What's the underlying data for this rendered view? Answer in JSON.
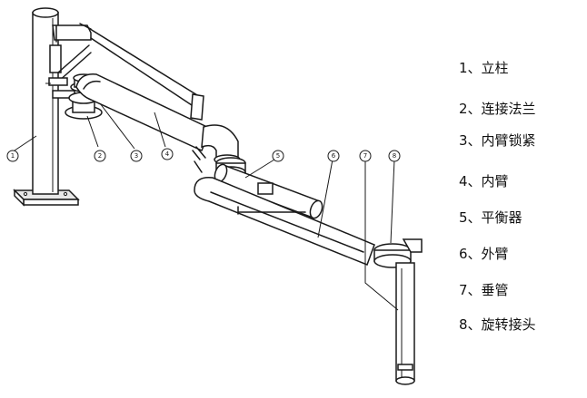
{
  "callouts": [
    {
      "number": "1"
    },
    {
      "number": "2"
    },
    {
      "number": "3"
    },
    {
      "number": "4"
    },
    {
      "number": "5"
    },
    {
      "number": "6"
    },
    {
      "number": "7"
    },
    {
      "number": "8"
    }
  ],
  "legend": [
    {
      "text": "1、立柱"
    },
    {
      "text": "2、连接法兰"
    },
    {
      "text": "3、内臂锁紧"
    },
    {
      "text": "4、内臂"
    },
    {
      "text": "5、平衡器"
    },
    {
      "text": "6、外臂"
    },
    {
      "text": "7、垂管"
    },
    {
      "text": "8、旋转接头"
    }
  ]
}
